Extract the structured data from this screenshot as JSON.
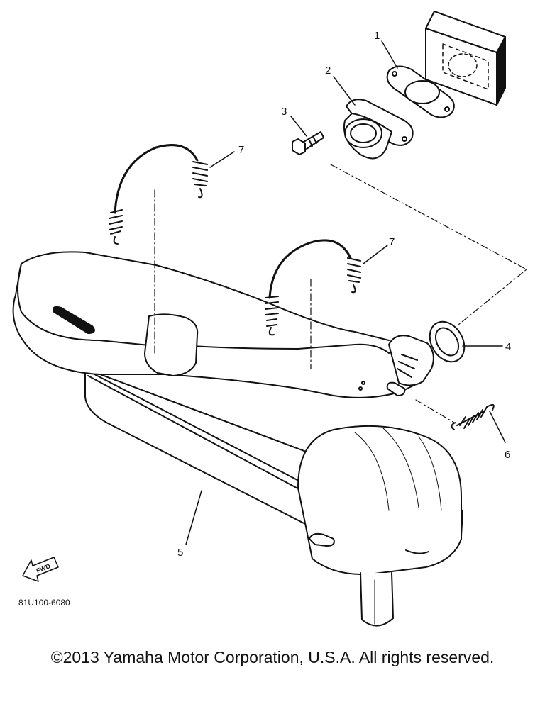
{
  "diagram": {
    "callouts": [
      {
        "id": "1",
        "label": "1"
      },
      {
        "id": "2",
        "label": "2"
      },
      {
        "id": "3",
        "label": "3"
      },
      {
        "id": "4",
        "label": "4"
      },
      {
        "id": "5",
        "label": "5"
      },
      {
        "id": "6",
        "label": "6"
      },
      {
        "id": "7a",
        "label": "7"
      },
      {
        "id": "7b",
        "label": "7"
      }
    ],
    "fwd_label": "FWD",
    "part_code": "81U100-6080"
  },
  "footer": {
    "copyright": "©2013 Yamaha Motor Corporation, U.S.A. All rights reserved."
  }
}
